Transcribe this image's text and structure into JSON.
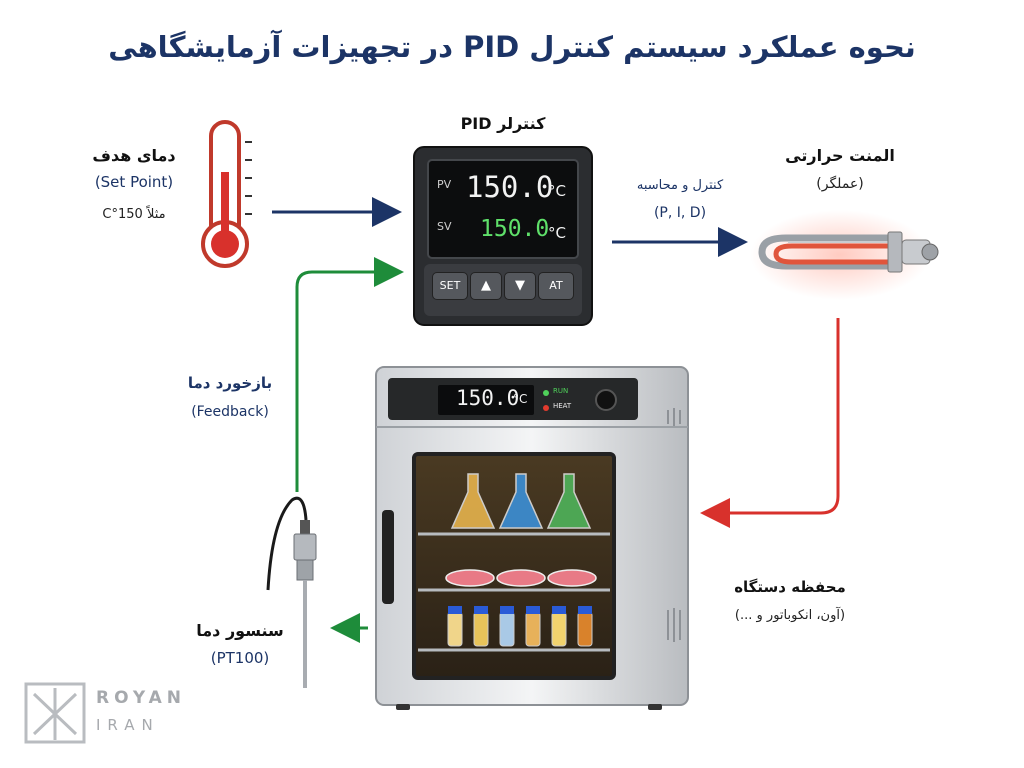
{
  "title": "نحوه عملکرد سیستم کنترل PID در تجهیزات آزمایشگاهی",
  "setpoint": {
    "label": "دمای هدف",
    "sublabel": "(Set Point)",
    "example": "مثلاً 150°C"
  },
  "controller": {
    "label": "کنترلر PID",
    "pv_tag": "PV",
    "sv_tag": "SV",
    "pv_value": "150.0",
    "sv_value": "150.0",
    "unit": "°C",
    "buttons": [
      "SET",
      "▲",
      "▼",
      "AT"
    ]
  },
  "control_calc": {
    "label": "کنترل و محاسبه",
    "sublabel": "(P, I, D)"
  },
  "heater": {
    "label": "المنت حرارتی",
    "sublabel": "(عملگر)"
  },
  "feedback": {
    "label": "بازخورد دما",
    "sublabel": "(Feedback)"
  },
  "sensor": {
    "label": "سنسور دما",
    "sublabel": "(PT100)"
  },
  "chamber": {
    "label": "محفظه دستگاه",
    "sublabel": "(آون، انکوباتور و ...)",
    "display_value": "150.0",
    "unit": "°C",
    "run_label": "RUN",
    "heat_label": "HEAT"
  },
  "logo": {
    "line1": "ROYAN",
    "line2": "IRAN"
  },
  "colors": {
    "navy": "#1c3466",
    "green": "#1e8c3a",
    "red": "#d8312c",
    "display_pv": "#f2f2f2",
    "display_sv": "#5fe06a"
  }
}
